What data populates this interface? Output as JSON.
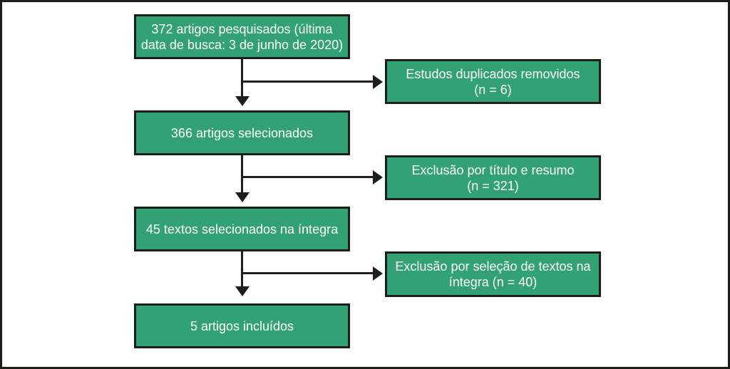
{
  "diagram": {
    "type": "flowchart",
    "language": "pt-BR",
    "colors": {
      "box_fill": "#32a274",
      "box_border": "#1e1e1c",
      "text": "#fcfcfc",
      "line": "#1e1e1c",
      "background": "#ffffff"
    },
    "boxes": {
      "searched": {
        "line1": "372 artigos pesquisados (última",
        "line2": "data de busca: 3 de junho de 2020)"
      },
      "duplicates": {
        "line1": "Estudos duplicados removidos",
        "line2": "(n = 6)"
      },
      "screened": {
        "line1": "366 artigos selecionados"
      },
      "excluded_title": {
        "line1": "Exclusão por título e resumo",
        "line2": "(n = 321)"
      },
      "fulltext": {
        "line1": "45 textos selecionados na íntegra"
      },
      "excluded_fulltext": {
        "line1": "Exclusão por seleção de textos na",
        "line2": "íntegra (n = 40)"
      },
      "included": {
        "line1": "5 artigos incluídos"
      }
    }
  }
}
